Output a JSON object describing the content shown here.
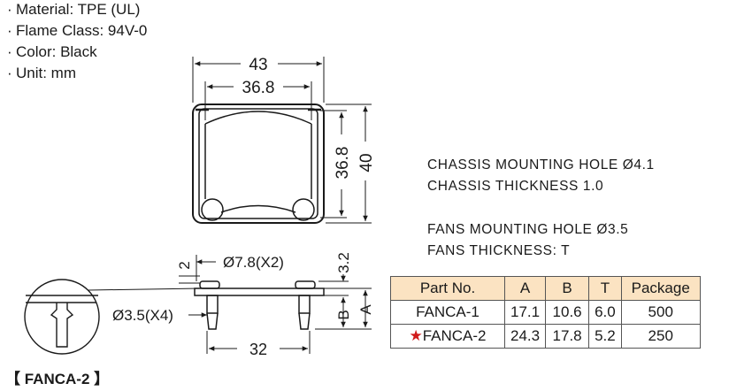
{
  "specs": [
    "Material: TPE (UL)",
    "Flame Class: 94V-0",
    "Color: Black",
    "Unit: mm"
  ],
  "dimensions": {
    "top_outer": "43",
    "top_inner": "36.8",
    "side_inner": "36.8",
    "side_outer": "40",
    "d2": "2",
    "hole_upper": "Ø7.8(X2)",
    "d32_height": "3.2",
    "hole_lower": "Ø3.5(X4)",
    "label_b": "B",
    "label_a": "A",
    "spacing": "32"
  },
  "notes": {
    "chassis_hole": "CHASSIS MOUNTING HOLE Ø4.1",
    "chassis_thickness": "CHASSIS THICKNESS 1.0",
    "fans_hole": "FANS MOUNTING HOLE Ø3.5",
    "fans_thickness": "FANS THICKNESS: T"
  },
  "table": {
    "headers": [
      "Part No.",
      "A",
      "B",
      "T",
      "Package"
    ],
    "rows": [
      {
        "star": "",
        "part": "FANCA-1",
        "a": "17.1",
        "b": "10.6",
        "t": "6.0",
        "package": "500"
      },
      {
        "star": "★",
        "part": "FANCA-2",
        "a": "24.3",
        "b": "17.8",
        "t": "5.2",
        "package": "250"
      }
    ],
    "header_color": "#fbe3c2",
    "star_color": "#d11a1a"
  },
  "model_label": "【 FANCA-2 】"
}
